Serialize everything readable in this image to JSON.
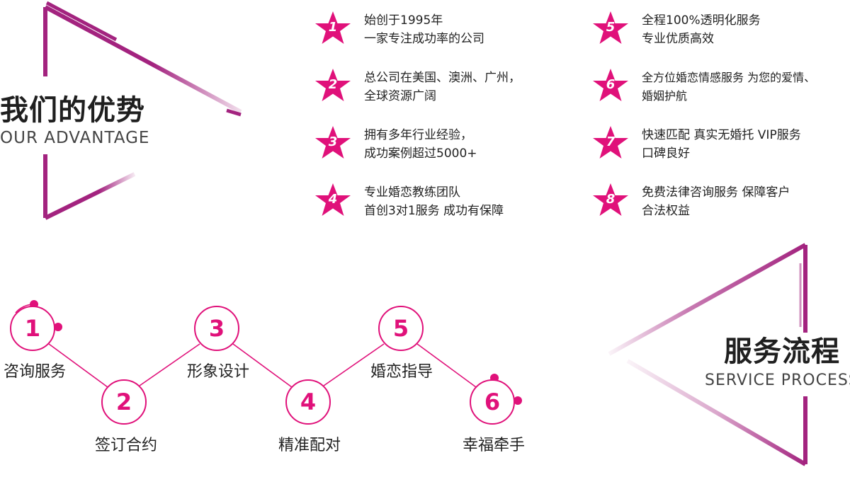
{
  "advantage": {
    "title": "我们的优势",
    "subtitle": "OUR ADVANTAGE",
    "items": [
      {
        "num": "1",
        "line1": "始创于1995年",
        "line2": "一家专注成功率的公司"
      },
      {
        "num": "2",
        "line1": "总公司在美国、澳洲、广州，",
        "line2": "全球资源广阔"
      },
      {
        "num": "3",
        "line1": "拥有多年行业经验，",
        "line2": "成功案例超过5000+"
      },
      {
        "num": "4",
        "line1": "专业婚恋教练团队",
        "line2": "首创3对1服务 成功有保障"
      },
      {
        "num": "5",
        "line1": "全程100%透明化服务",
        "line2": "专业优质高效"
      },
      {
        "num": "6",
        "line1": "全方位婚恋情感服务 为您的爱情、",
        "line2": "婚姻护航"
      },
      {
        "num": "7",
        "line1": "快速匹配 真实无婚托 VIP服务",
        "line2": "口碑良好"
      },
      {
        "num": "8",
        "line1": "免费法律咨询服务 保障客户",
        "line2": "合法权益"
      }
    ]
  },
  "process": {
    "title": "服务流程",
    "subtitle": "SERVICE PROCESS",
    "steps": [
      {
        "num": "1",
        "label": "咨询服务"
      },
      {
        "num": "2",
        "label": "签订合约"
      },
      {
        "num": "3",
        "label": "形象设计"
      },
      {
        "num": "4",
        "label": "精准配对"
      },
      {
        "num": "5",
        "label": "婚恋指导"
      },
      {
        "num": "6",
        "label": "幸福牵手"
      }
    ]
  },
  "colors": {
    "accent": "#e0117a",
    "triangle": "#a3237f",
    "text": "#222222"
  },
  "icons": {
    "number_badge": "star-icon"
  }
}
